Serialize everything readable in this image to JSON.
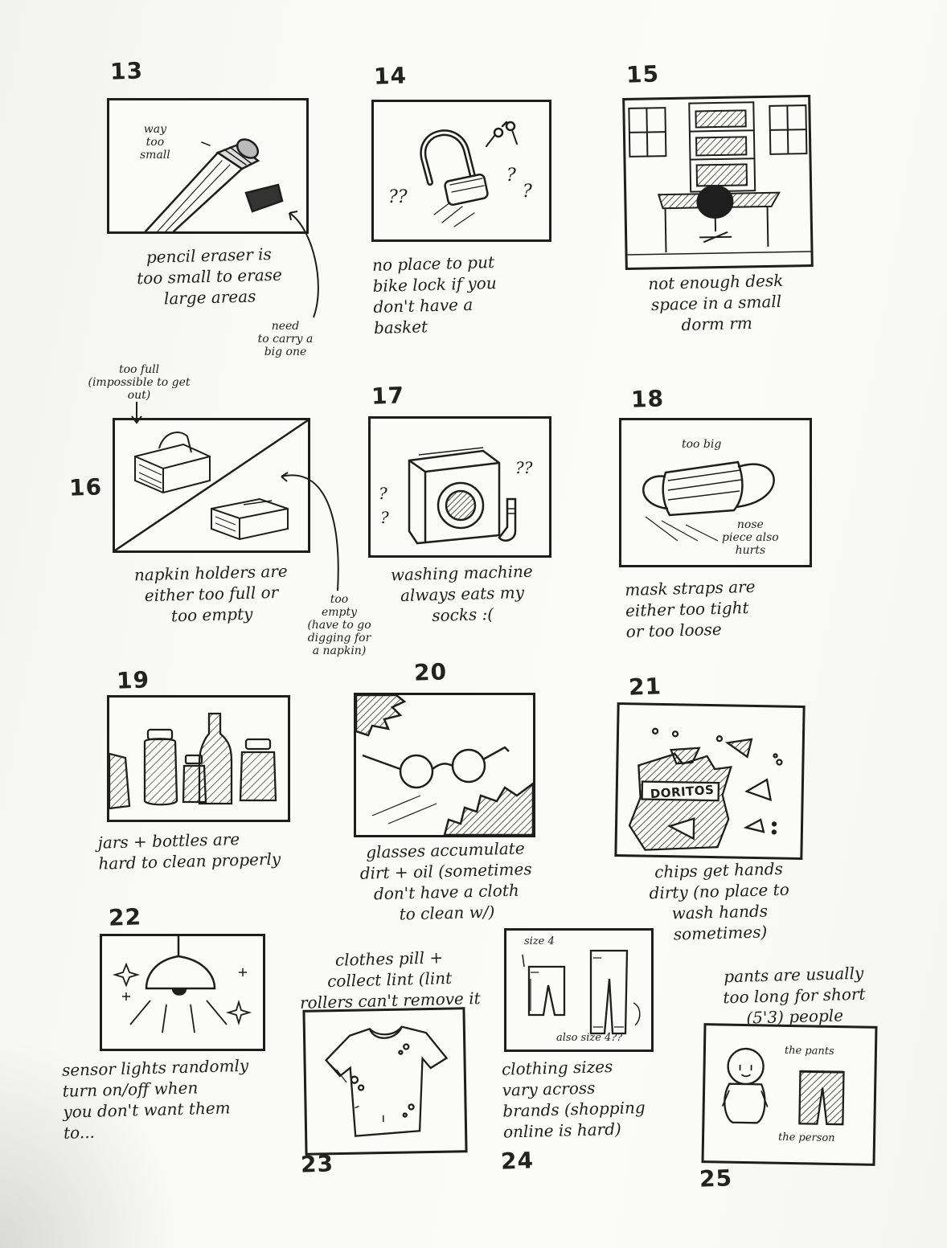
{
  "sketches": [
    {
      "number": "13",
      "caption": "pencil eraser is\ntoo small to erase\nlarge areas",
      "notes": [
        "way\ntoo\nsmall",
        "need\nto carry a\nbig one"
      ]
    },
    {
      "number": "14",
      "caption": "no place to put\nbike lock if you\ndon't have a\nbasket",
      "notes": []
    },
    {
      "number": "15",
      "caption": "not enough desk\nspace in a small\ndorm rm",
      "notes": []
    },
    {
      "number": "16",
      "caption": "napkin holders are\neither too full or\ntoo empty",
      "notes": [
        "too full\n(impossible to get\nout)",
        "too\nempty\n(have to go\ndigging for\na napkin)"
      ]
    },
    {
      "number": "17",
      "caption": "washing machine\nalways eats my\nsocks :(",
      "notes": []
    },
    {
      "number": "18",
      "caption": "mask straps are\neither too tight\nor too loose",
      "notes": [
        "too big",
        "nose\npiece also\nhurts"
      ]
    },
    {
      "number": "19",
      "caption": "jars + bottles are\nhard to clean properly",
      "notes": []
    },
    {
      "number": "20",
      "caption": "glasses accumulate\ndirt + oil (sometimes\ndon't have a cloth\nto clean w/)",
      "notes": []
    },
    {
      "number": "21",
      "caption": "chips get hands\ndirty (no place to\nwash hands\nsometimes)",
      "notes": [
        "DORITOS"
      ]
    },
    {
      "number": "22",
      "caption": "sensor lights randomly\nturn on/off when\nyou don't want them\nto...",
      "notes": []
    },
    {
      "number": "23",
      "caption": "clothes pill +\ncollect lint (lint\nrollers can't remove it well)",
      "notes": []
    },
    {
      "number": "24",
      "caption": "clothing sizes\nvary across\nbrands (shopping\nonline is hard)",
      "notes": [
        "size 4",
        "also size 4??"
      ]
    },
    {
      "number": "25",
      "caption": "pants are usually\ntoo long for short\n(5'3) people",
      "notes": [
        "the pants",
        "the person"
      ]
    }
  ]
}
